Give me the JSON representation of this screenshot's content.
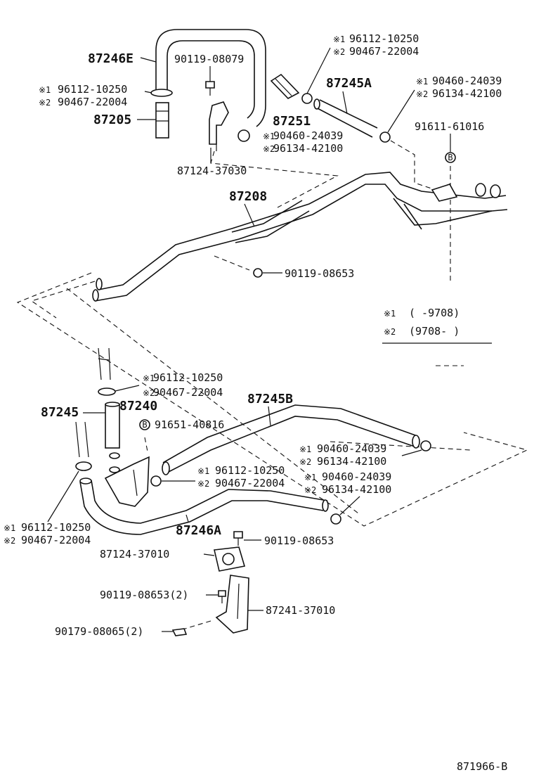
{
  "labels": {
    "p87246E": "87246E",
    "p90119_08079": "90119-08079",
    "top_note1": "96112-10250",
    "top_note2": "90467-22004",
    "left_note1": "96112-10250",
    "left_note2": "90467-22004",
    "p87205": "87205",
    "p87251": "87251",
    "p87245A": "87245A",
    "right_note1": "90460-24039",
    "right_note2": "96134-42100",
    "mid_note1": "90460-24039",
    "mid_note2": "96134-42100",
    "p87124_37030": "87124-37030",
    "p91611_61016": "91611-61016",
    "p87208": "87208",
    "p90119_08653_a": "90119-08653",
    "legend1_code": "(      -9708)",
    "legend2_code": "(9708-      )",
    "low_note1": "96112-10250",
    "low_note2": "90467-22004",
    "p87245": "87245",
    "p87240": "87240",
    "p87245B": "87245B",
    "p91651_40816": "91651-40816",
    "r2_note1": "90460-24039",
    "r2_note2": "96134-42100",
    "c_note1": "96112-10250",
    "c_note2": "90467-22004",
    "r3_note1": "90460-24039",
    "r3_note2": "96134-42100",
    "bl_note1": "96112-10250",
    "bl_note2": "90467-22004",
    "p87246A": "87246A",
    "p90119_08653_b": "90119-08653",
    "p87124_37010": "87124-37010",
    "p90119_08653_2": "90119-08653(2)",
    "p87241_37010": "87241-37010",
    "p90179_08065_2": "90179-08065(2)",
    "diagram_code": "871966-B"
  },
  "marks": {
    "note1": "※1",
    "note2": "※2",
    "b_circle": "B"
  }
}
